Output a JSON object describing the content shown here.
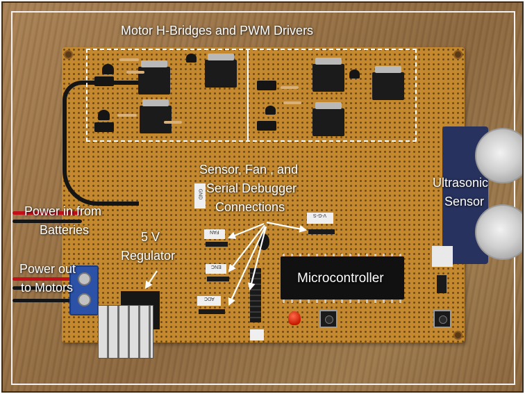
{
  "photo": {
    "subject": "Robot controller perfboard",
    "palette": {
      "board": "#c4892f",
      "wood": "#9a7448",
      "chip": "#111111",
      "sonar": "#27325e",
      "terminal": "#2c52a8",
      "annotation": "#ffffff"
    }
  },
  "annotations": {
    "hbridges": "Motor H-Bridges and PWM Drivers",
    "sensor_line1": "Sensor, Fan , and",
    "sensor_line2": "Serial Debugger",
    "sensor_line3": "Connections",
    "ultrasonic_line1": "Ultrasonic",
    "ultrasonic_line2": "Sensor",
    "power_in_line1": "Power in from",
    "power_in_line2": "Batteries",
    "regulator_line1": "5 V",
    "regulator_line2": "Regulator",
    "power_out_line1": "Power out",
    "power_out_line2": "to Motors",
    "microcontroller": "Microcontroller"
  },
  "board_tags": {
    "gnd": "GND",
    "fan": "FAN",
    "enc": "ENC",
    "adc": "ADC",
    "vss": "V-G-S"
  },
  "icons": {
    "dashed_box": "dashed-rectangle",
    "arrows": "white-pointer-arrows"
  }
}
